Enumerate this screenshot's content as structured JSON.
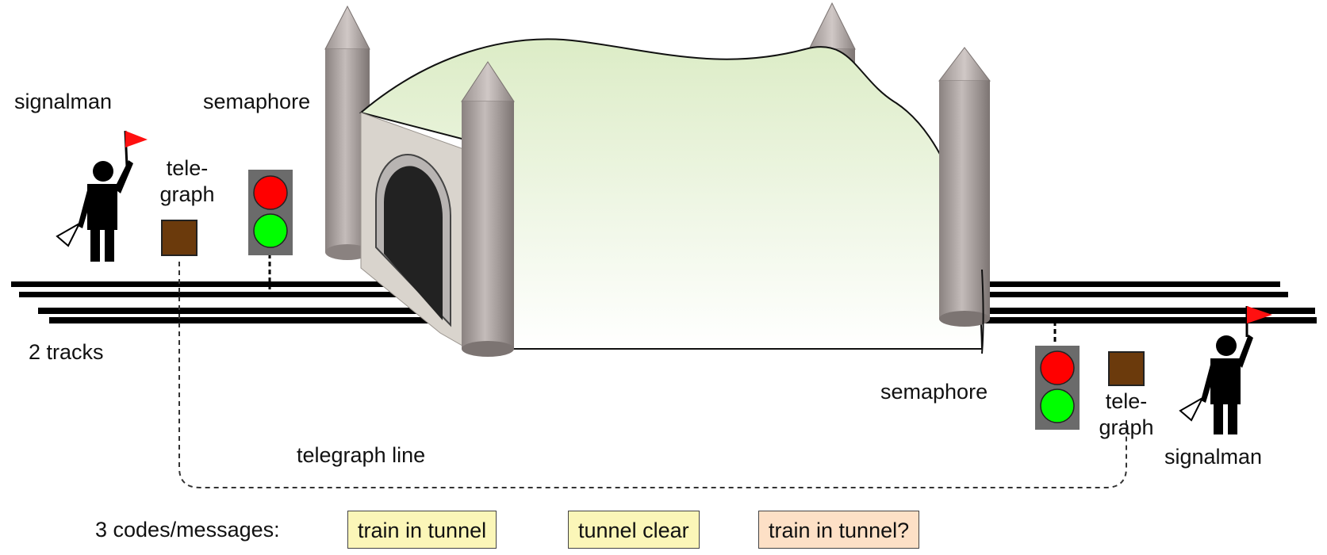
{
  "labels": {
    "signalman_left": "signalman",
    "semaphore_left": "semaphore",
    "telegraph_left_line1": "tele-",
    "telegraph_left_line2": "graph",
    "tracks": "2 tracks",
    "semaphore_right": "semaphore",
    "telegraph_right_line1": "tele-",
    "telegraph_right_line2": "graph",
    "signalman_right": "signalman",
    "telegraph_line": "telegraph line",
    "codes_heading": "3 codes/messages:"
  },
  "messages": [
    {
      "text": "train in tunnel",
      "color": "#fbf6b8"
    },
    {
      "text": "tunnel clear",
      "color": "#fbf6b8"
    },
    {
      "text": "train in tunnel?",
      "color": "#fde0c6"
    }
  ],
  "colors": {
    "hill_top": "#e3f0d0",
    "hill_bottom": "#ffffff",
    "tower": "#9e9694",
    "signal_red": "#ff0000",
    "signal_green": "#00ff00",
    "signal_housing": "#6b6b6b",
    "telegraph_box": "#6b3a0c",
    "flag": "#ff1010",
    "track": "#000000"
  }
}
